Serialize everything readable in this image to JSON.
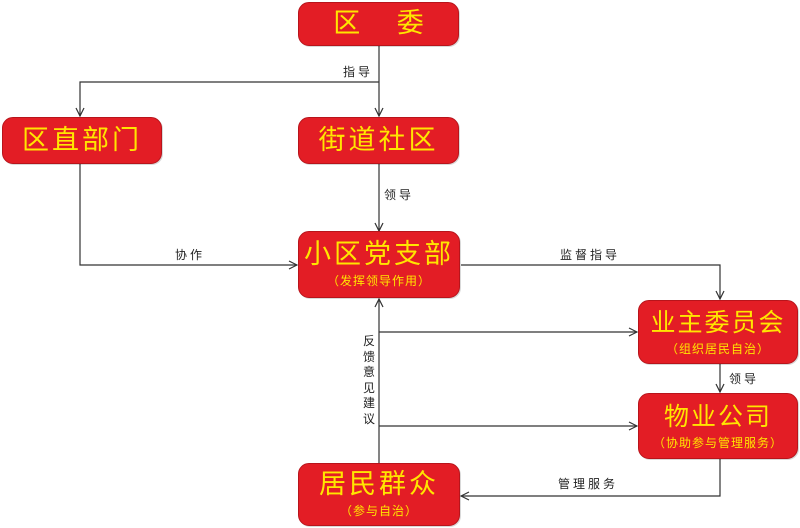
{
  "nodes": {
    "district_committee": {
      "title": "区 委"
    },
    "district_departments": {
      "title": "区直部门"
    },
    "street_community": {
      "title": "街道社区"
    },
    "party_branch": {
      "title": "小区党支部",
      "sub": "（发挥领导作用）"
    },
    "owners_committee": {
      "title": "业主委员会",
      "sub": "（组织居民自治）"
    },
    "property_company": {
      "title": "物业公司",
      "sub": "（协助参与管理服务）"
    },
    "residents": {
      "title": "居民群众",
      "sub": "（参与自治）"
    }
  },
  "edges": {
    "guide": "指导",
    "lead_1": "领导",
    "cooperate": "协作",
    "supervise_guide": "监督指导",
    "lead_2": "领导",
    "feedback": "反馈意见建议",
    "manage_service": "管理服务"
  },
  "colors": {
    "node_fill": "#e31d25",
    "node_text": "#ffe600",
    "line": "#333333"
  }
}
